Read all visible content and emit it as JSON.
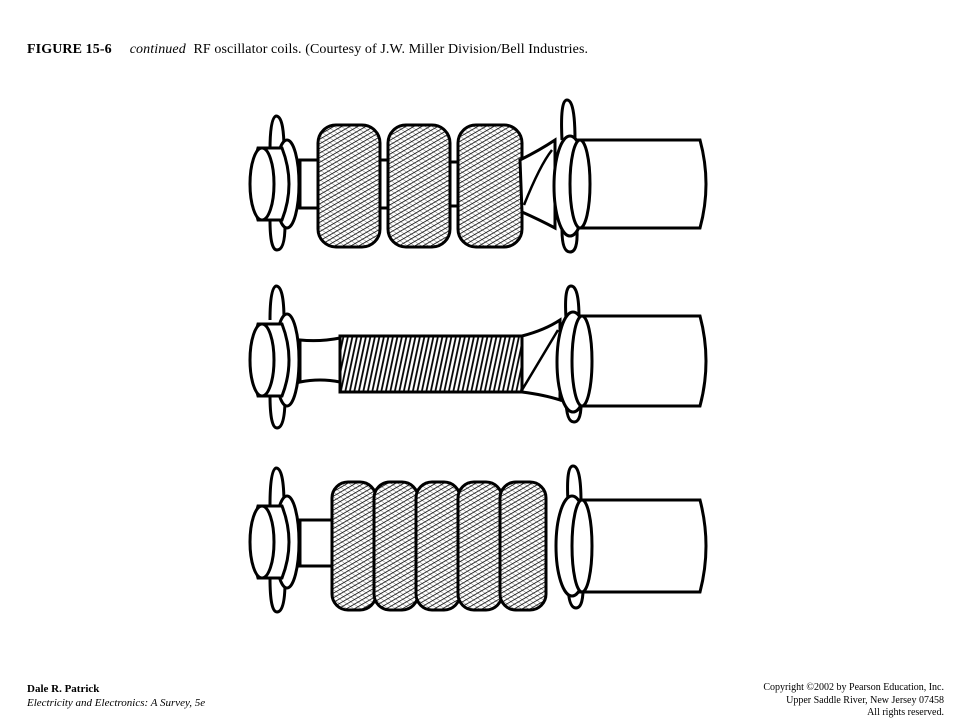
{
  "caption": {
    "figure_label": "FIGURE 15-6",
    "continued": "continued",
    "text": "RF oscillator coils. (Courtesy of J.W. Miller Division/Bell Industries."
  },
  "illustration": {
    "coils": [
      {
        "winding": "three-section",
        "sections": 3
      },
      {
        "winding": "single-layer",
        "sections": 1
      },
      {
        "winding": "five-section",
        "sections": 5
      }
    ]
  },
  "footer": {
    "author": "Dale R. Patrick",
    "book": "Electricity and Electronics: A Survey, 5e",
    "copyright_lines": [
      "Copyright ©2002 by Pearson Education, Inc.",
      "Upper Saddle River, New Jersey 07458",
      "All rights reserved."
    ]
  }
}
